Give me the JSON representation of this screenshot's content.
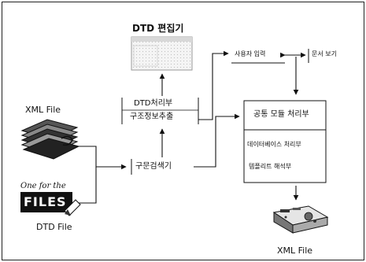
{
  "dtd_editor": {
    "title": "DTD 편집기"
  },
  "dtd_processor": {
    "line1": "DTD처리부",
    "line2": "구조정보추출"
  },
  "syntax_analyzer": {
    "label": "구문검색기"
  },
  "view_top": {
    "left": "사용자 입력",
    "right": "문서 보기"
  },
  "common_module": {
    "title": "공통 모듈 처리부",
    "item1": "데이터베이스 처리부",
    "item2": "템플리트 해석부"
  },
  "xml_file_input": {
    "label": "XML File"
  },
  "dtd_file_input": {
    "label": "DTD File",
    "logo_text_top": "One for the",
    "logo_text_main": "FILES"
  },
  "xml_file_output": {
    "label": "XML File"
  }
}
